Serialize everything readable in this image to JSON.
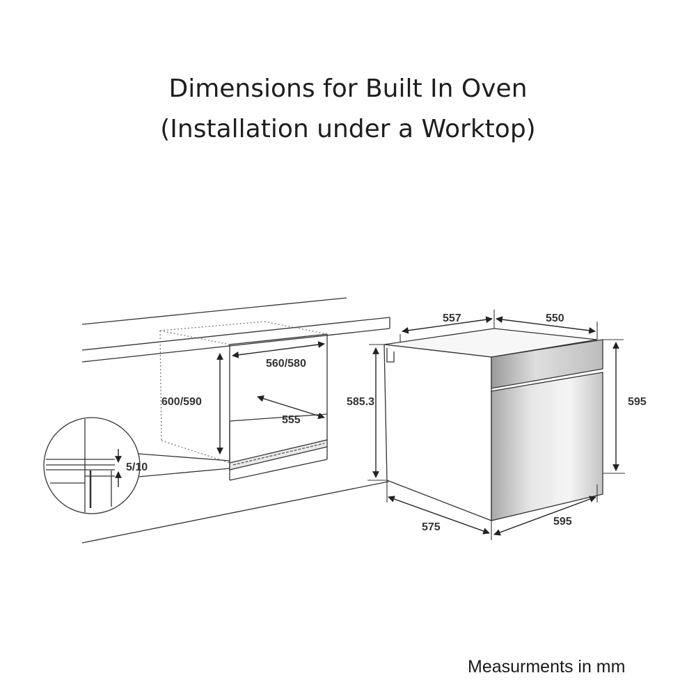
{
  "title": {
    "line1": "Dimensions for Built In Oven",
    "line2": "(Installation under a Worktop)"
  },
  "footnote": "Measurments in mm",
  "cabinet": {
    "height_label": "600/590",
    "depth_label": "560/580",
    "inner_depth_label": "555",
    "gap_label": "5/10"
  },
  "oven": {
    "top_depth_label": "557",
    "top_width_label": "550",
    "side_height_label": "585.3",
    "front_height_label": "595",
    "bottom_depth_label": "575",
    "bottom_width_label": "595"
  }
}
